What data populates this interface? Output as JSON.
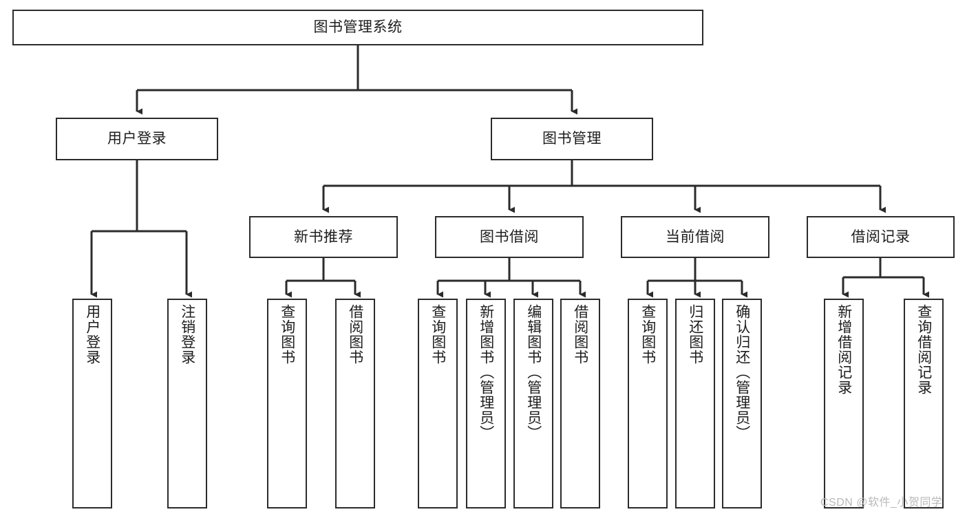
{
  "diagram": {
    "title": "图书管理系统",
    "type": "tree",
    "watermark": "CSDN @软件_小贺同学",
    "colors": {
      "box_border": "#2b2b2b",
      "box_fill": "#ffffff",
      "edge": "#2b2b2b",
      "text": "#1d1d1d",
      "watermark": "#b9b9b9",
      "background": "#ffffff"
    },
    "root": {
      "label": "图书管理系统"
    },
    "level2": [
      {
        "id": "user-login",
        "label": "用户登录"
      },
      {
        "id": "book-manage",
        "label": "图书管理"
      }
    ],
    "level3": [
      {
        "id": "new-book-recommend",
        "label": "新书推荐",
        "parent": "book-manage"
      },
      {
        "id": "book-borrow",
        "label": "图书借阅",
        "parent": "book-manage"
      },
      {
        "id": "current-borrow",
        "label": "当前借阅",
        "parent": "book-manage"
      },
      {
        "id": "borrow-record",
        "label": "借阅记录",
        "parent": "book-manage"
      }
    ],
    "leaves": [
      {
        "id": "leaf-user-login",
        "label": "用户登录",
        "parent": "user-login"
      },
      {
        "id": "leaf-logout-login",
        "label": "注销登录",
        "parent": "user-login"
      },
      {
        "id": "leaf-query-book-1",
        "label": "查询图书",
        "parent": "new-book-recommend"
      },
      {
        "id": "leaf-borrow-book-1",
        "label": "借阅图书",
        "parent": "new-book-recommend"
      },
      {
        "id": "leaf-query-book-2",
        "label": "查询图书",
        "parent": "book-borrow"
      },
      {
        "id": "leaf-add-book",
        "label": "新增图书（管理员）",
        "parent": "book-borrow"
      },
      {
        "id": "leaf-edit-book",
        "label": "编辑图书（管理员）",
        "parent": "book-borrow"
      },
      {
        "id": "leaf-borrow-book-2",
        "label": "借阅图书",
        "parent": "book-borrow"
      },
      {
        "id": "leaf-query-book-3",
        "label": "查询图书",
        "parent": "current-borrow"
      },
      {
        "id": "leaf-return-book",
        "label": "归还图书",
        "parent": "current-borrow"
      },
      {
        "id": "leaf-confirm-return",
        "label": "确认归还（管理员）",
        "parent": "current-borrow"
      },
      {
        "id": "leaf-add-record",
        "label": "新增借阅记录",
        "parent": "borrow-record"
      },
      {
        "id": "leaf-query-record",
        "label": "查询借阅记录",
        "parent": "borrow-record"
      }
    ]
  }
}
